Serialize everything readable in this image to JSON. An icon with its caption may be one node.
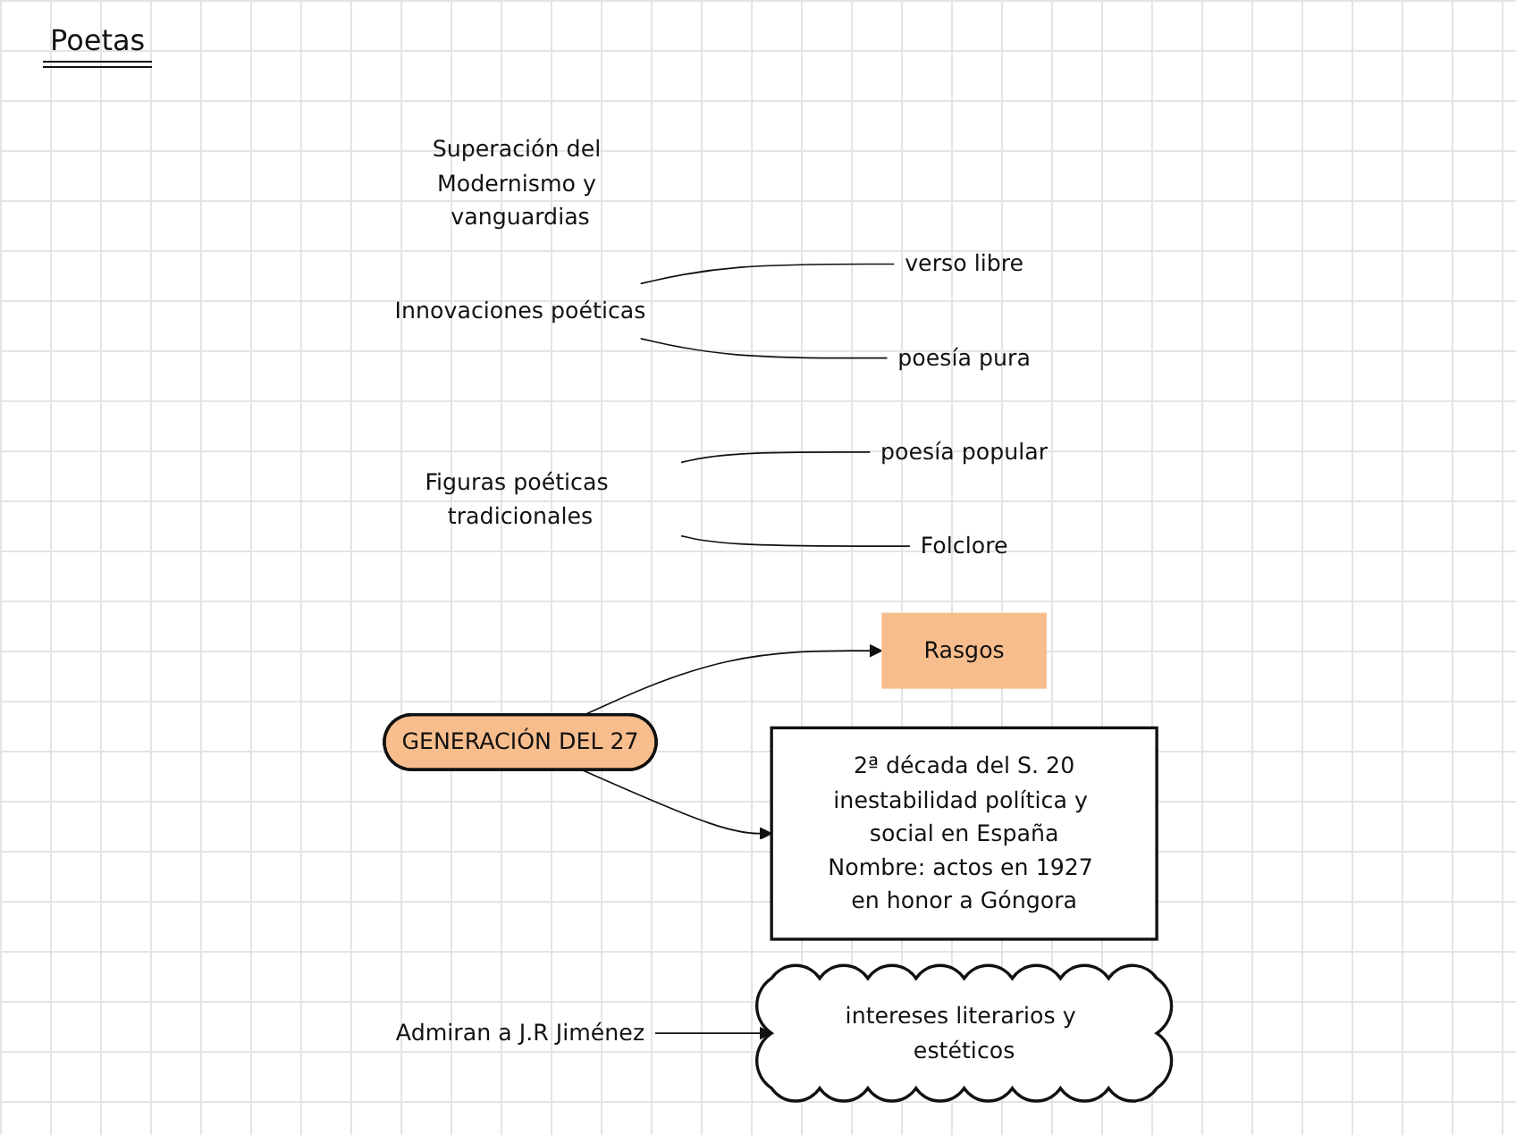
{
  "diagram": {
    "nodes": [
      {
        "text": [
          "Rasgos"
        ]
      },
      {
        "text": [
          "Superación del Modernismo y vanguardias"
        ]
      },
      {
        "text": [
          "Innovaciones poéticas"
        ]
      },
      {
        "text": [
          "verso libre"
        ]
      },
      {
        "text": [
          "poesía pura"
        ]
      },
      {
        "text": [
          "Figuras poéticas tradicionales"
        ]
      },
      {
        "text": [
          "poesía popular"
        ]
      },
      {
        "text": [
          "Folclore"
        ]
      },
      {
        "text": [
          "GENERACIÓN DEL 27"
        ]
      },
      {
        "text": [
          "Admiran a J.R Jiménez"
        ]
      },
      {
        "text": [
          "intereses literarios y estéticos"
        ]
      },
      {
        "text": [
          "2ª década del S. 20",
          "inestabilidad política y social en España",
          "Nombre: actos en 1927 en honor a Góngora"
        ]
      }
    ],
    "edges": [
      {
        "from": 2,
        "to": 3,
        "arrow": "none"
      },
      {
        "from": 2,
        "to": 4,
        "arrow": "none"
      },
      {
        "from": 5,
        "to": 6,
        "arrow": "none"
      },
      {
        "from": 5,
        "to": 7,
        "arrow": "none"
      },
      {
        "from": 8,
        "to": 0,
        "arrow": "to"
      },
      {
        "from": 8,
        "to": 11,
        "arrow": "to"
      },
      {
        "from": 9,
        "to": 10,
        "arrow": "to"
      }
    ],
    "labels": [
      "Poetas"
    ]
  }
}
